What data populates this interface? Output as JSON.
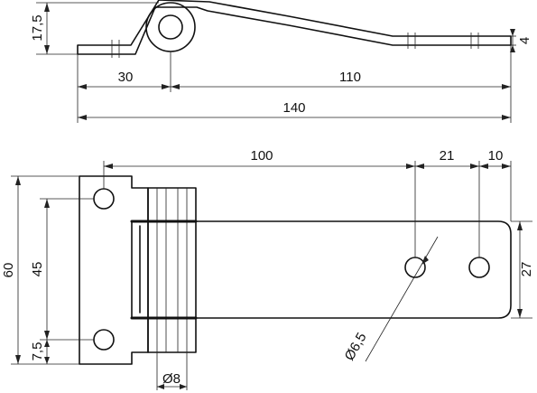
{
  "side_view": {
    "dims": {
      "height": "17,5",
      "pivot_offset": "30",
      "arm_length": "110",
      "overall_length": "140",
      "thickness": "4"
    }
  },
  "plan_view": {
    "dims": {
      "hole_spacing_to_strap": "100",
      "strap_hole_spacing": "21",
      "end_margin": "10",
      "plate_height": "60",
      "plate_hole_spacing": "45",
      "plate_hole_edge": "7,5",
      "strap_width": "27",
      "hole_diameter": "Ø6,5",
      "pin_diameter": "Ø8"
    }
  }
}
